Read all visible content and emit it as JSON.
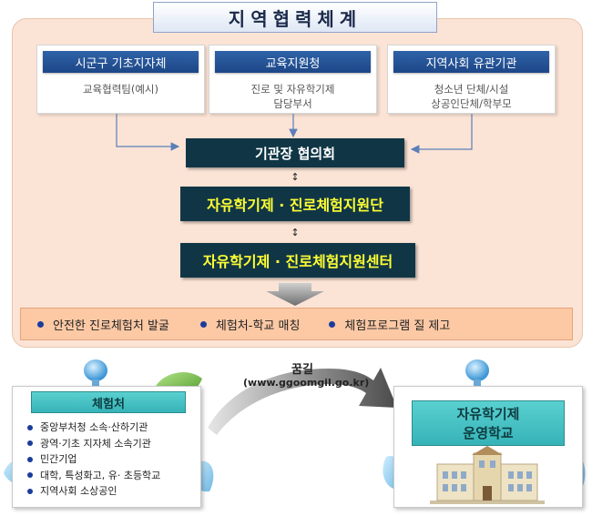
{
  "title": "지역협력체계",
  "agencies": [
    {
      "header": "시군구 기초지자체",
      "lines": [
        "교육협력팀(예시)"
      ]
    },
    {
      "header": "교육지원청",
      "lines": [
        "진로 및 자유학기제",
        "담당부서"
      ]
    },
    {
      "header": "지역사회 유관기관",
      "lines": [
        "청소년 단체/시설",
        "상공인단체/학부모"
      ]
    }
  ],
  "councils": {
    "level1": "기관장 협의회",
    "level2": "자유학기제 · 진로체험지원단",
    "level3": "자유학기제 · 진로체험지원센터"
  },
  "features": [
    "안전한 진로체험처 발굴",
    "체험처-학교 매칭",
    "체험프로그램 질 제고"
  ],
  "route": {
    "name": "꿈길",
    "url": "(www.ggoomgil.go.kr)"
  },
  "experience_sources": {
    "header": "체험처",
    "items": [
      "중앙부처청 소속·산하기관",
      "광역·기초 지자체 소속기관",
      "민간기업",
      "대학, 특성화고, 유· 초등학교",
      "지역사회 소상공인"
    ]
  },
  "school": {
    "line1": "자유학기제",
    "line2": "운영학교"
  },
  "colors": {
    "dark_bar": "#103646",
    "highlight_text": "#ffff33",
    "agency_header": "#1d4787",
    "panel": "#fbe4d6",
    "feature_bar": "#fdc9a5",
    "teal": "#36b3b7"
  }
}
